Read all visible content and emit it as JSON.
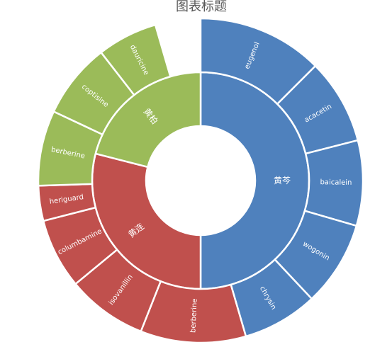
{
  "chart_data": {
    "type": "sunburst",
    "title": "图表标题",
    "colors": {
      "黄芩": "#4f81bd",
      "黄连": "#c0504d",
      "黄柏": "#9bbb59"
    },
    "inner": [
      {
        "name": "黄芩",
        "value": 50
      },
      {
        "name": "黄连",
        "value": 29
      },
      {
        "name": "黄柏",
        "value": 21
      }
    ],
    "outer": [
      {
        "name": "eugenol",
        "parent": "黄芩",
        "value": 12.5
      },
      {
        "name": "acacetin",
        "parent": "黄芩",
        "value": 8.5
      },
      {
        "name": "baicalein",
        "parent": "黄芩",
        "value": 8.5
      },
      {
        "name": "wogonin",
        "parent": "黄芩",
        "value": 8.5
      },
      {
        "name": "chrysin",
        "parent": "黄芩",
        "value": 7.5
      },
      {
        "name": "berberine",
        "parent": "黄连",
        "value": 10.5
      },
      {
        "name": "isovanillin",
        "parent": "黄连",
        "value": 8
      },
      {
        "name": "columbamine",
        "parent": "黄连",
        "value": 7
      },
      {
        "name": "heriguard",
        "parent": "黄连",
        "value": 3.5
      },
      {
        "name": "berberine",
        "parent": "黄柏",
        "value": 7.5
      },
      {
        "name": "coptisine",
        "parent": "黄柏",
        "value": 7.5
      },
      {
        "name": "dauricine",
        "parent": "黄柏",
        "value": 6
      }
    ]
  }
}
